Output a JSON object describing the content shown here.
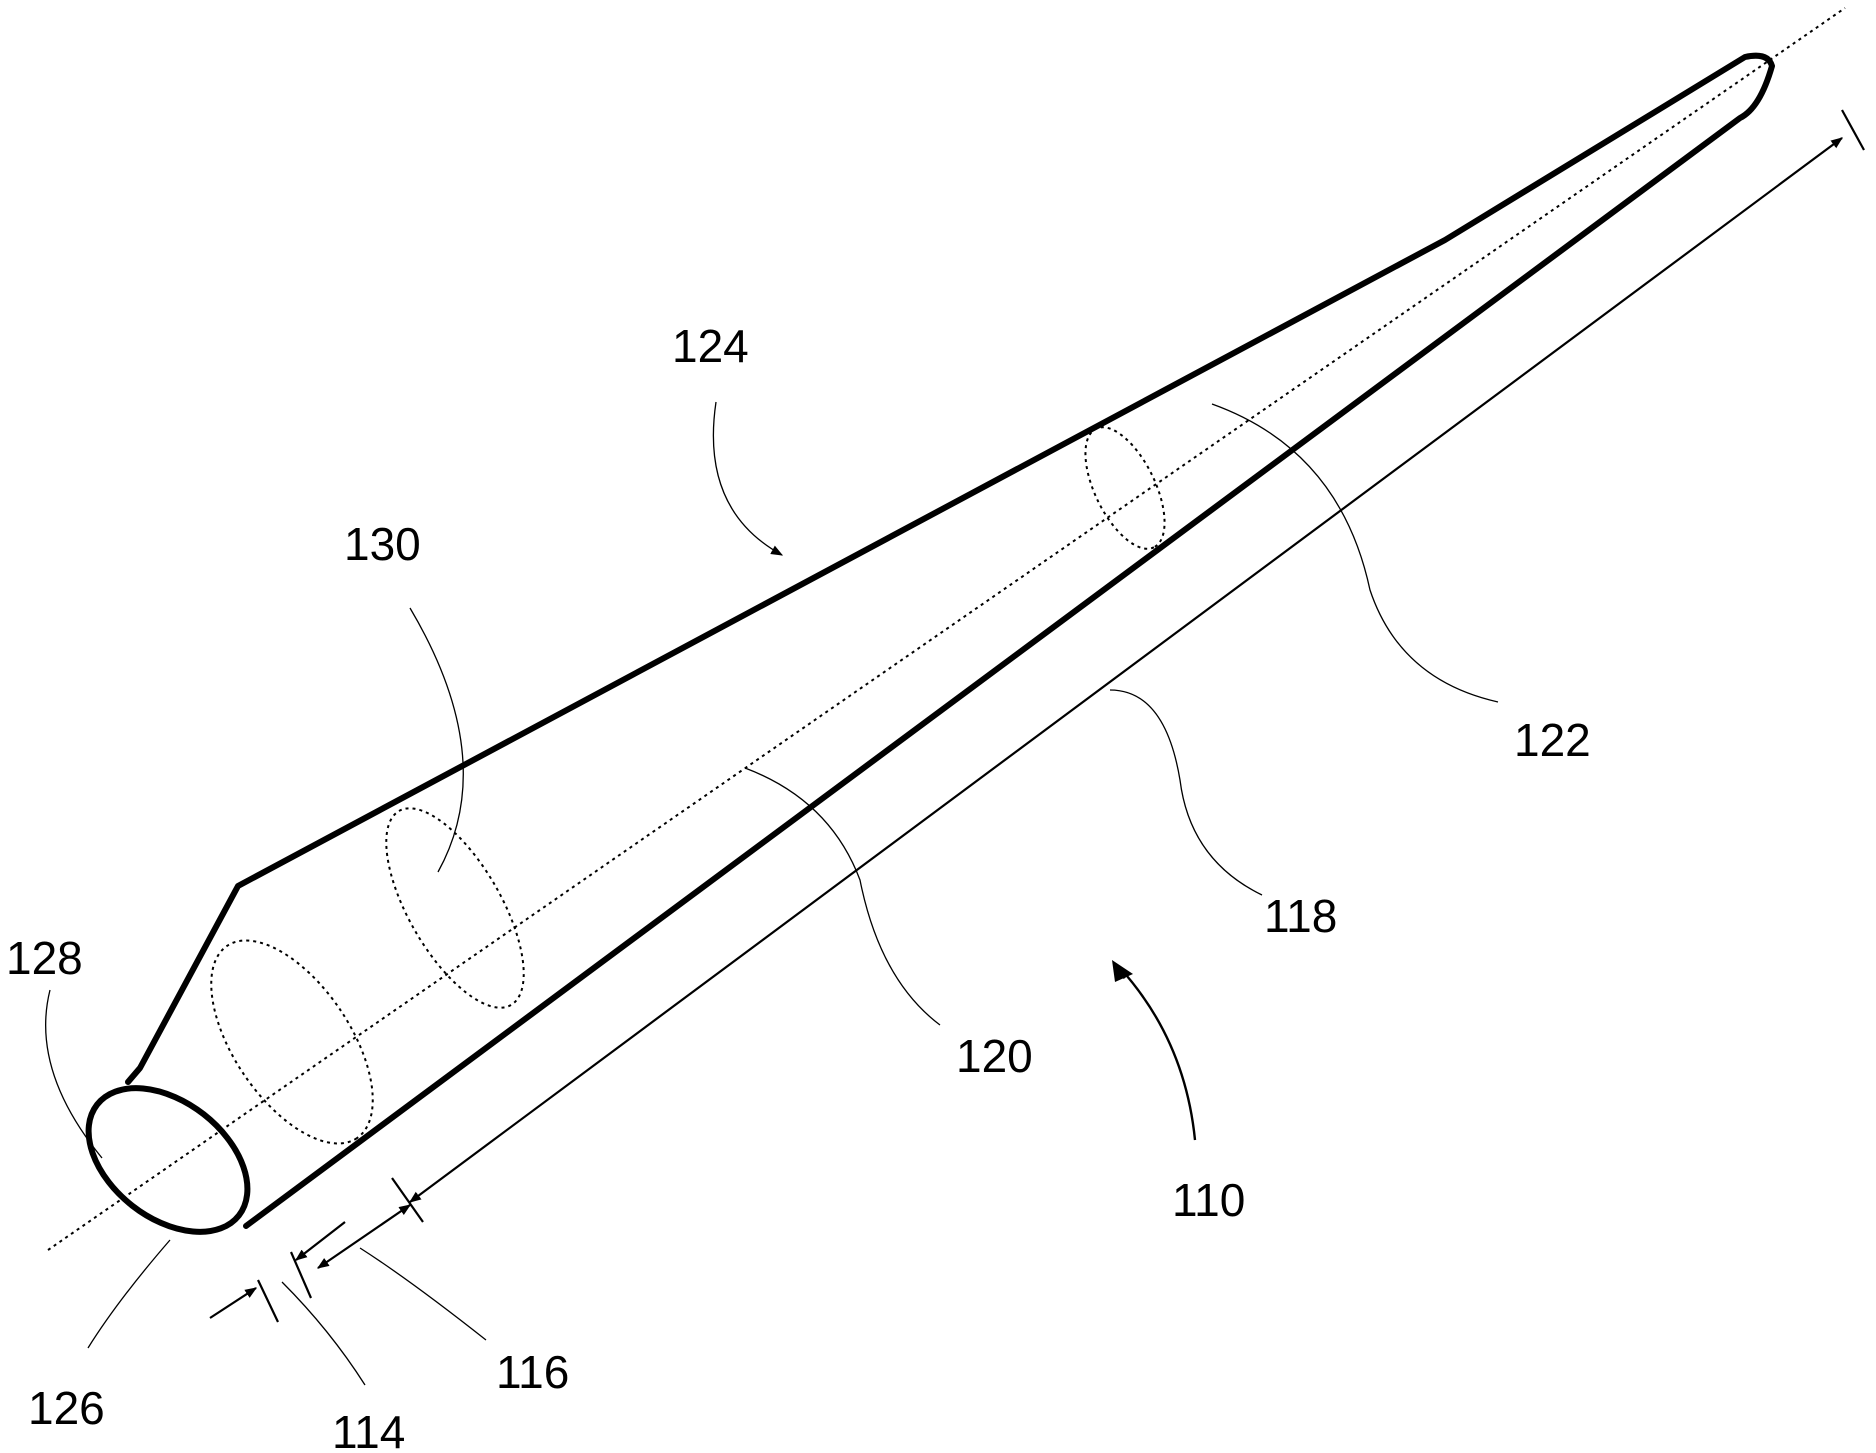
{
  "reference_numerals": {
    "n110": "110",
    "n114": "114",
    "n116": "116",
    "n118": "118",
    "n120": "120",
    "n122": "122",
    "n124": "124",
    "n126": "126",
    "n128": "128",
    "n130": "130"
  },
  "colors": {
    "line": "#000000",
    "background": "#ffffff"
  }
}
